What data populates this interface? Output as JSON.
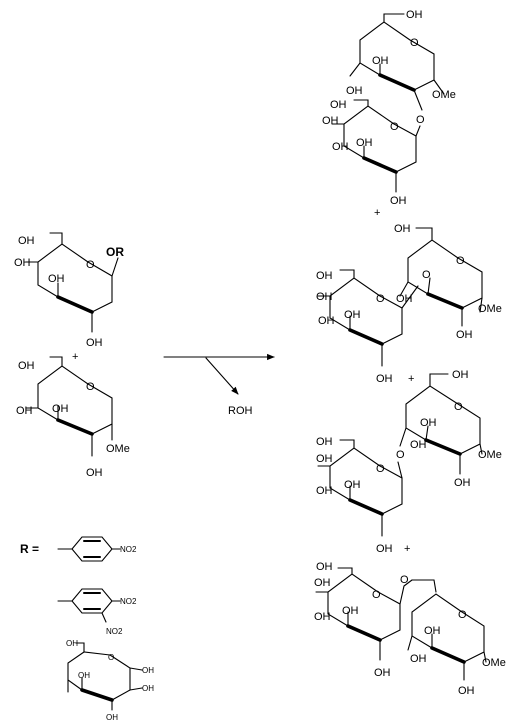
{
  "labels": {
    "oh": "OH",
    "ome": "OMe",
    "o": "O",
    "or": "OR",
    "roh": "ROH",
    "plus": "+",
    "r_eq": "R =",
    "no2": "NO2"
  },
  "colors": {
    "ink": "#000000",
    "background": "#ffffff"
  }
}
